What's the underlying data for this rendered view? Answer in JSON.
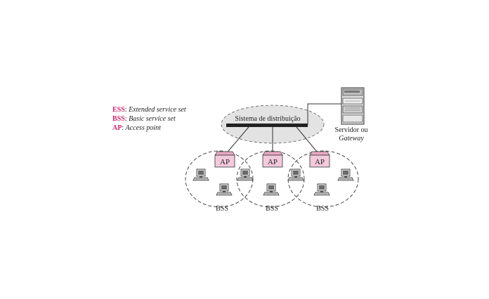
{
  "legend": [
    {
      "abbr": "ESS",
      "sep": ": ",
      "definition": "Extended service set"
    },
    {
      "abbr": "BSS",
      "sep": ": ",
      "definition": "Basic service set"
    },
    {
      "abbr": "AP",
      "sep": ": ",
      "definition": "Access point"
    }
  ],
  "distribution_system": {
    "label": "Sistema de distribuição"
  },
  "server": {
    "line1": "Servidor ou",
    "line2": "Gateway"
  },
  "ap_label": "AP",
  "bss_label": "BSS",
  "colors": {
    "accent": "#d6236f",
    "ap_fill": "#f3c9dc",
    "ellipse_fill": "#e3e3e3",
    "line": "#333333"
  }
}
